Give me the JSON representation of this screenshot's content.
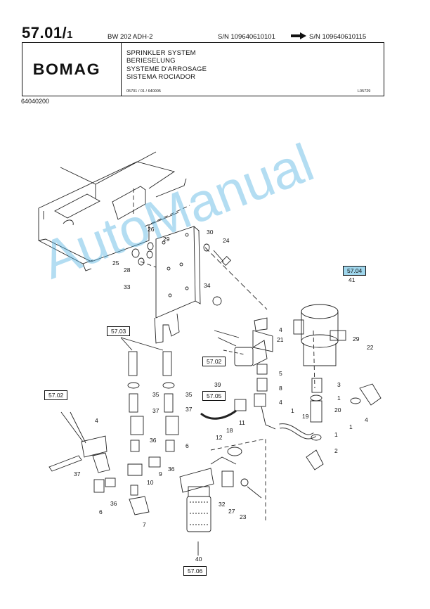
{
  "header": {
    "page_number": "57.01/",
    "page_sub": "1",
    "model": "BW 202 ADH-2",
    "serial_from": "S/N 109640610101",
    "serial_to": "S/N 109640610115",
    "logo": "BOMAG",
    "titles": [
      "SPRINKLER SYSTEM",
      "BERIESELUNG",
      "SYSTEME D'ARROSAGE",
      "SISTEMA ROCIADOR"
    ],
    "ref_code": "05701 / 01 / 640005",
    "doc_code": "L05729",
    "part_number": "64040200"
  },
  "watermark": "AutoManual",
  "reference_boxes": {
    "r1": "57.04",
    "r2": "57.03",
    "r3": "57.02",
    "r4": "57.05",
    "r5": "57.02",
    "r6": "57.06"
  },
  "callouts": {
    "c26": "26",
    "c29a": "29",
    "c30": "30",
    "c24": "24",
    "c25": "25",
    "c28": "28",
    "c33": "33",
    "c34": "34",
    "c41": "41",
    "c4a": "4",
    "c21": "21",
    "c29b": "29",
    "c22": "22",
    "c5": "5",
    "c39": "39",
    "c8": "8",
    "c3": "3",
    "c1a": "1",
    "c35a": "35",
    "c35b": "35",
    "c37a": "37",
    "c37b": "37",
    "c4b": "4",
    "c20": "20",
    "c4c": "4",
    "c1b": "1",
    "c4d": "4",
    "c36a": "36",
    "c6a": "6",
    "c11": "11",
    "c18": "18",
    "c19": "19",
    "c1c": "1",
    "c1d": "1",
    "c12": "12",
    "c2": "2",
    "c37c": "37",
    "c36b": "36",
    "c9": "9",
    "c10": "10",
    "c36c": "36",
    "c6b": "6",
    "c7": "7",
    "c32": "32",
    "c27": "27",
    "c23": "23",
    "c40": "40"
  }
}
